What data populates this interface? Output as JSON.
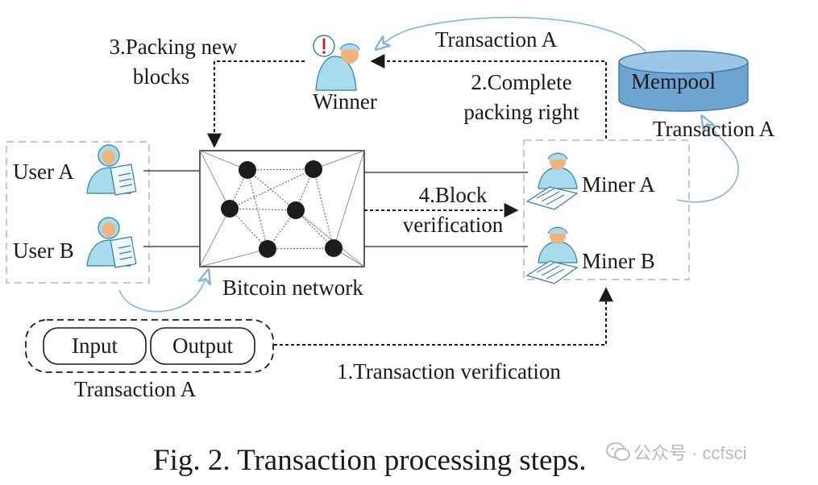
{
  "labels": {
    "step3": "3.Packing new",
    "step3_line2": "blocks",
    "winner": "Winner",
    "transaction_top": "Transaction A",
    "step2": "2.Complete",
    "step2_line2": "packing right",
    "mempool": "Mempool",
    "transaction_right": "Transaction A",
    "user_a": "User A",
    "user_b": "User B",
    "miner_a": "Miner A",
    "miner_b": "Miner B",
    "step4": "4.Block",
    "step4_line2": "verification",
    "bitcoin_network": "Bitcoin network",
    "input": "Input",
    "output": "Output",
    "transaction_bottom": "Transaction A",
    "step1": "1.Transaction verification"
  },
  "caption": "Fig. 2. Transaction processing steps.",
  "watermark": "公众号 · ccfsci",
  "colors": {
    "person_light": "#a8dcec",
    "person_stroke": "#2f7fa8",
    "skin": "#f2b27b",
    "mempool_fill": "#6ea4d0",
    "curve_arrow": "#7fb6d6",
    "node": "#1c1c1c",
    "dashed_frame": "#c8c8c8"
  },
  "icons": [
    "user-with-document-icon",
    "miner-at-desk-icon",
    "winner-alert-icon",
    "database-cylinder-icon"
  ]
}
